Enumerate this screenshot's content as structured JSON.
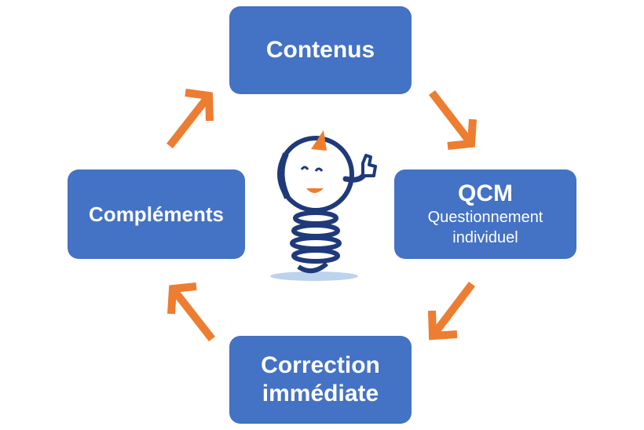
{
  "colors": {
    "box": "#4472c4",
    "arrow": "#ed7d31",
    "mascot_outline": "#1f3a7a",
    "mascot_accent": "#f07c2a"
  },
  "nodes": {
    "contenus": "Contenus",
    "qcm_title": "QCM",
    "qcm_line1": "Questionnement",
    "qcm_line2": "individuel",
    "correction_line1": "Correction",
    "correction_line2": "immédiate",
    "complements": "Compléments"
  },
  "icons": {
    "mascot": "spring-mascot-thumbs-up-icon",
    "arrows": "cycle-arrow-icon"
  }
}
